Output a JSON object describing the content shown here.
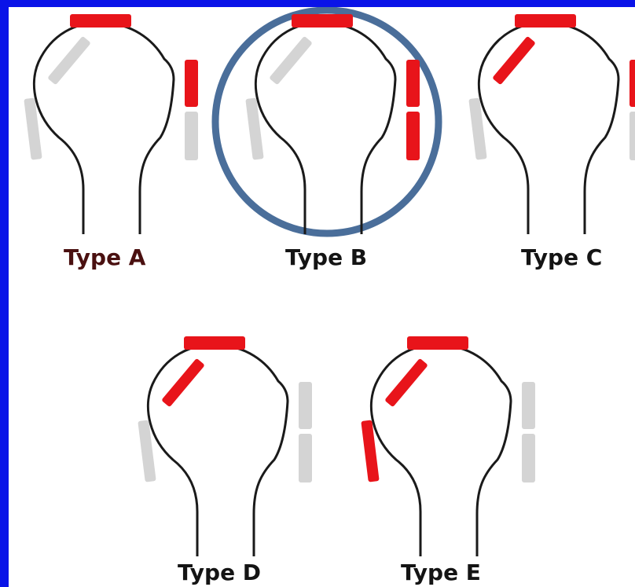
{
  "figure": {
    "types": [
      {
        "label": "Type A",
        "label_color": "#4a1010",
        "circled": false,
        "segments": {
          "upper_left": "gray",
          "left": "gray",
          "top": "red",
          "right_upper": "red",
          "right_lower": "gray"
        }
      },
      {
        "label": "Type B",
        "label_color": "#141414",
        "circled": true,
        "segments": {
          "upper_left": "gray",
          "left": "gray",
          "top": "red",
          "right_upper": "red",
          "right_lower": "red"
        }
      },
      {
        "label": "Type C",
        "label_color": "#141414",
        "circled": false,
        "segments": {
          "upper_left": "red",
          "left": "gray",
          "top": "red",
          "right_upper": "red",
          "right_lower": "gray"
        }
      },
      {
        "label": "Type D",
        "label_color": "#141414",
        "circled": false,
        "segments": {
          "upper_left": "red",
          "left": "gray",
          "top": "red",
          "right_upper": "gray",
          "right_lower": "gray"
        }
      },
      {
        "label": "Type E",
        "label_color": "#141414",
        "circled": false,
        "segments": {
          "upper_left": "red",
          "left": "red",
          "top": "red",
          "right_upper": "gray",
          "right_lower": "gray"
        }
      }
    ],
    "colors": {
      "red": "#e8141a",
      "gray": "#d4d4d4",
      "outline": "#1a1a1a",
      "circle": "#4a6e9a",
      "frame": "#0a13e8",
      "panel": "#ffffff"
    }
  }
}
